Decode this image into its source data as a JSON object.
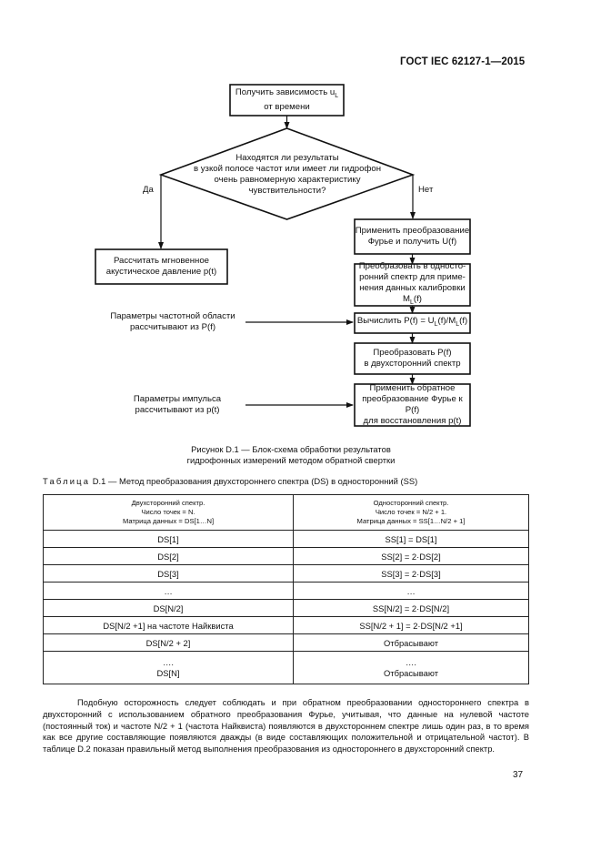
{
  "header": {
    "doc_id": "ГОСТ IEC 62127-1—2015"
  },
  "flowchart": {
    "start": {
      "line1": "Получить зависимость u",
      "line1_sub": "L",
      "line2": "от времени"
    },
    "decision": {
      "line1": "Находятся ли результаты",
      "line2": "в узкой полосе частот или имеет ли гидрофон",
      "line3": "очень равномерную характеристику",
      "line4": "чувствительности?"
    },
    "yes_label": "Да",
    "no_label": "Нет",
    "left_box": {
      "line1": "Рассчитать мгновенное",
      "line2": "акустическое давление p(t)"
    },
    "right_boxes": [
      {
        "line1": "Применить преобразование",
        "line2": "Фурье и получить U(f)"
      },
      {
        "line1": "Преобразовать в односто-",
        "line2": "ронний спектр для приме-",
        "line3": "нения данных калибровки M",
        "line3_sub": "L",
        "line3_end": "(f)"
      },
      {
        "line1_a": "Вычислить P(f) = U",
        "line1_sub1": "L",
        "line1_b": "(f)/M",
        "line1_sub2": "L",
        "line1_c": "(f)"
      },
      {
        "line1": "Преобразовать P(f)",
        "line2": "в двухсторонний спектр"
      },
      {
        "line1": "Применить обратное",
        "line2": "преобразование Фурье к P(f)",
        "line3": "для восстановления p(t)"
      }
    ],
    "side_note_1": {
      "line1": "Параметры частотной области",
      "line2": "рассчитывают из P(f)"
    },
    "side_note_2": {
      "line1": "Параметры импульса",
      "line2": "рассчитывают из p(t)"
    }
  },
  "figure_caption": {
    "line1": "Рисунок D.1 — Блок-схема обработки результатов",
    "line2": "гидрофонных измерений методом обратной свертки"
  },
  "table_caption": {
    "prefix": "Таблица",
    "number": " D.1",
    "text": " — Метод преобразования двухстороннего спектра (DS) в односторонний (SS)"
  },
  "table": {
    "header_left": [
      "Двухсторонний спектр.",
      "Число точек = N.",
      "Матрица данных = DS[1…N]"
    ],
    "header_right": [
      "Односторонний спектр.",
      "Число точек = N/2 + 1.",
      "Матрица данных = SS[1…N/2 + 1]"
    ],
    "rows": [
      [
        "DS[1]",
        "SS[1] = DS[1]"
      ],
      [
        "DS[2]",
        "SS[2] = 2·DS[2]"
      ],
      [
        "DS[3]",
        "SS[3] = 2·DS[3]"
      ],
      [
        "…",
        "…"
      ],
      [
        "DS[N/2]",
        "SS[N/2] = 2·DS[N/2]"
      ],
      [
        "DS[N/2 +1] на частоте Найквиста",
        "SS[N/2 + 1] = 2·DS[N/2 +1]"
      ],
      [
        "DS[N/2 + 2]",
        "Отбрасывают"
      ]
    ],
    "last_row": {
      "left1": "….",
      "left2": "DS[N]",
      "right1": "….",
      "right2": "Отбрасывают"
    }
  },
  "paragraph": "Подобную осторожность следует соблюдать и при обратном преобразовании одностороннего спектра в двухсторонний с использованием обратного преобразования Фурье, учитывая, что данные на нулевой частоте (постоянный ток) и частоте N/2 + 1 (частота Найквиста) появляются в двухстороннем спектре лишь один раз, в то время как все другие составляющие появляются дважды (в виде составляющих положительной и отрицательной частот). В таблице D.2 показан правильный метод выполнения преобразования из одностороннего в двухсторонний спектр.",
  "page_number": "37"
}
